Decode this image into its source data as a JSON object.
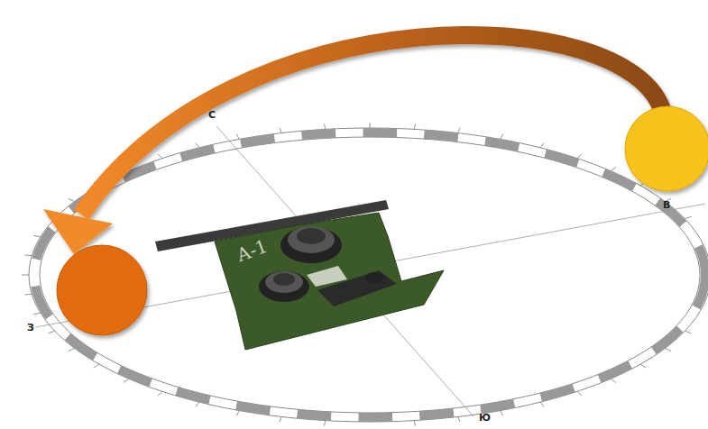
{
  "diagram": {
    "labels": [
      "С",
      "В",
      "Ю",
      "З",
      "А-1"
    ]
  }
}
